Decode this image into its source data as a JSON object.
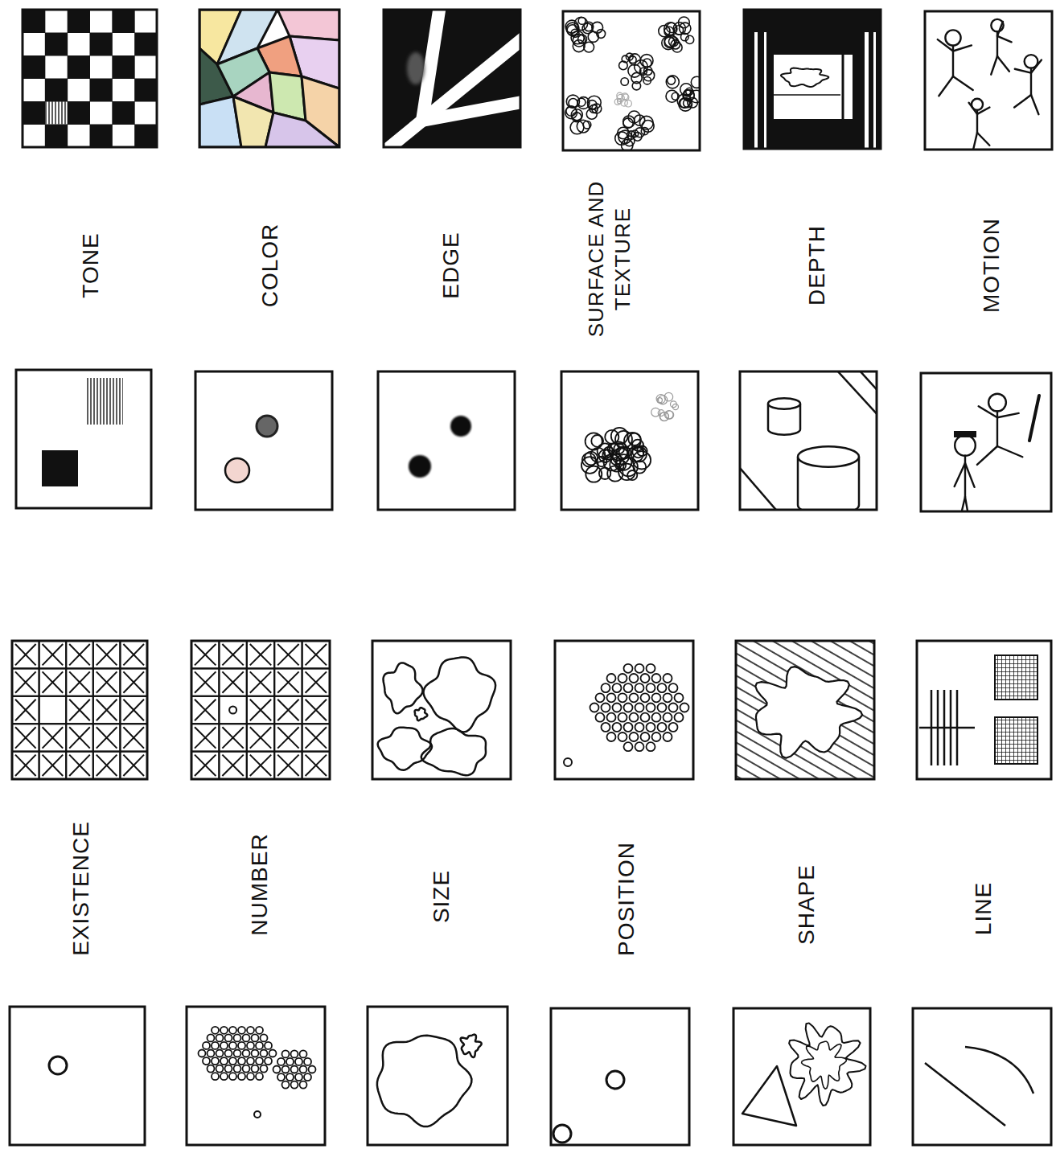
{
  "diagram": {
    "labels": [
      "TONE",
      "COLOR",
      "EDGE",
      "SURFACE AND TEXTURE",
      "DEPTH",
      "MOTION",
      "EXISTENCE",
      "NUMBER",
      "SIZE",
      "POSITION",
      "SHAPE",
      "LINE"
    ]
  }
}
